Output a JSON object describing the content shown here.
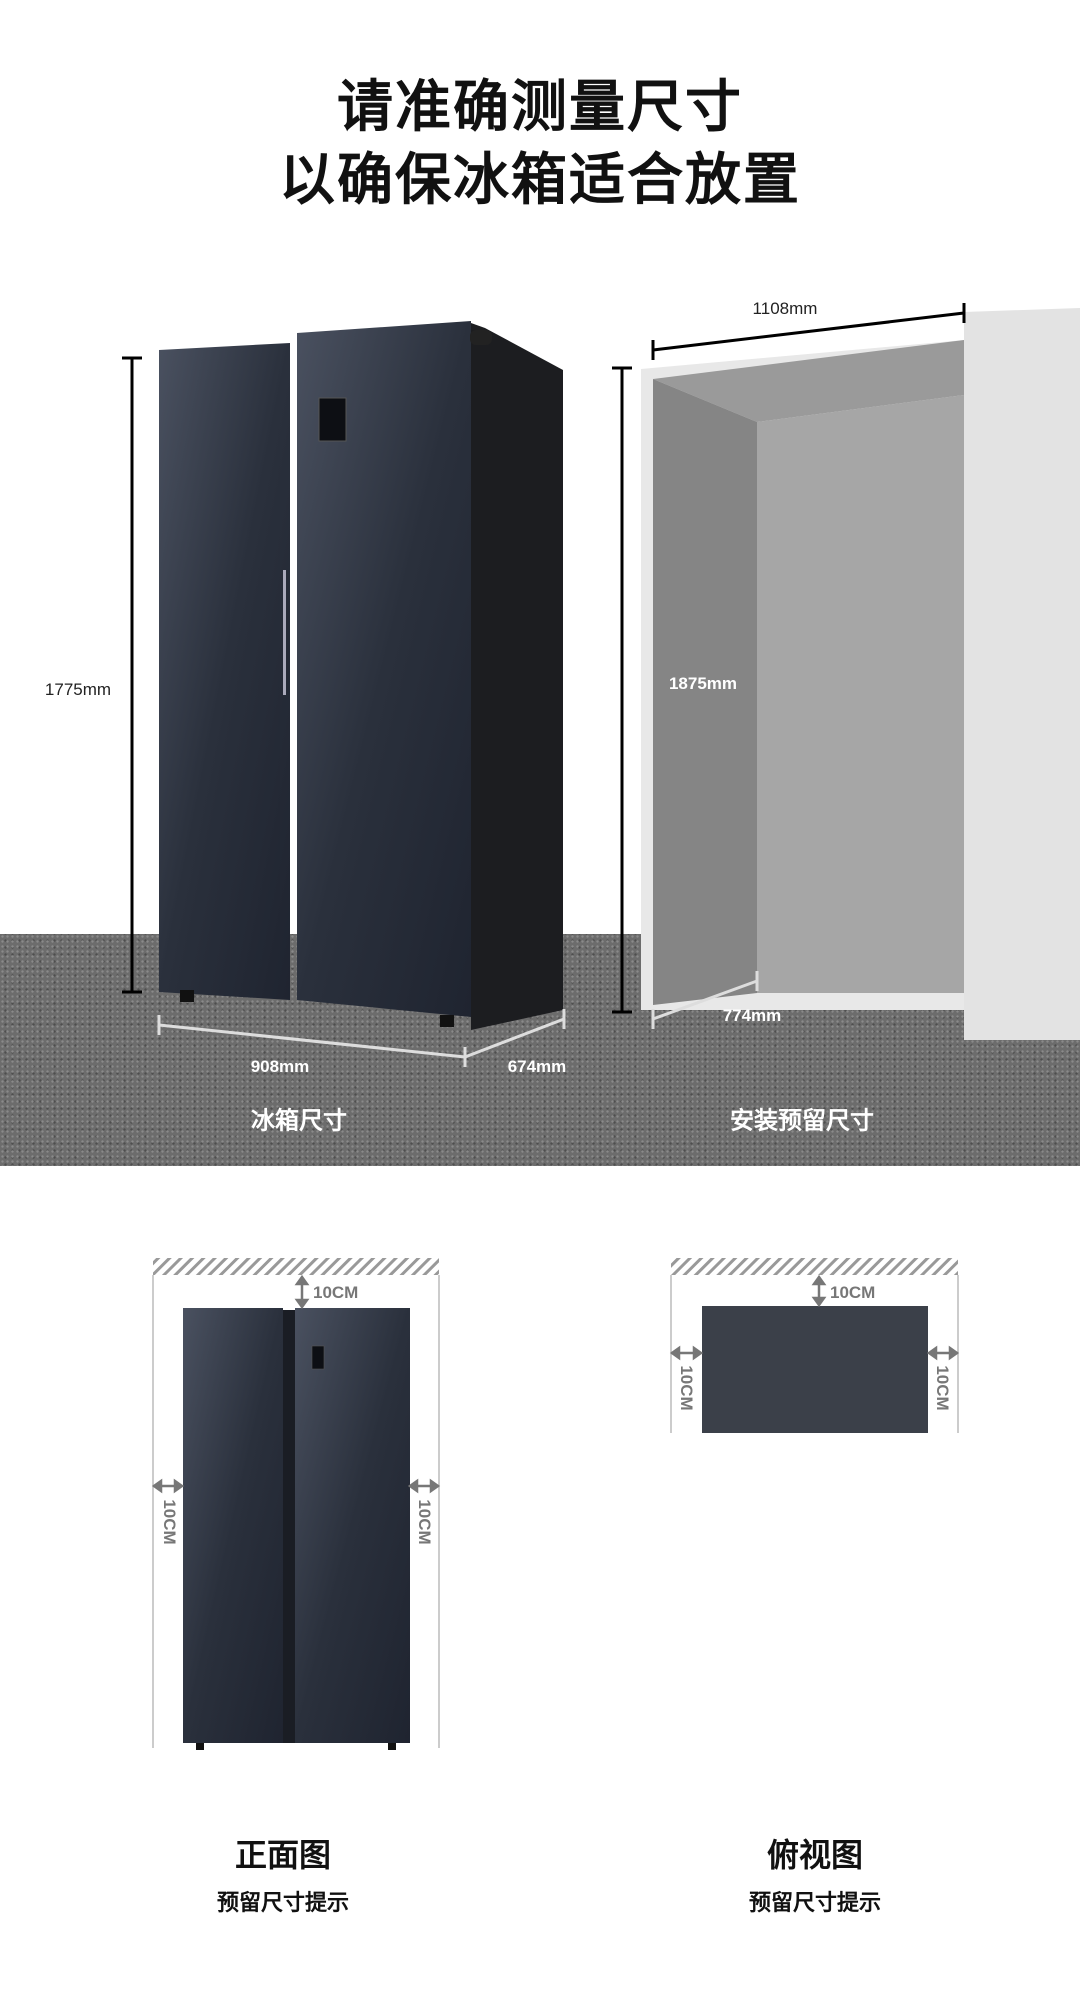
{
  "header": {
    "line1": "请准确测量尺寸",
    "line2": "以确保冰箱适合放置"
  },
  "fridge_dimensions": {
    "height": "1775mm",
    "width": "908mm",
    "depth": "674mm",
    "caption": "冰箱尺寸"
  },
  "installation_space": {
    "width": "1108mm",
    "height": "1875mm",
    "depth": "774mm",
    "caption": "安装预留尺寸"
  },
  "front_view": {
    "top_gap": "10CM",
    "left_gap": "10CM",
    "right_gap": "10CM",
    "title": "正面图",
    "subtitle": "预留尺寸提示"
  },
  "top_view": {
    "top_gap": "10CM",
    "left_gap": "10CM",
    "right_gap": "10CM",
    "title": "俯视图",
    "subtitle": "预留尺寸提示"
  },
  "colors": {
    "fridge": "#2a303c",
    "floor": "#6c6c6c",
    "top_view_block": "#3b4049"
  }
}
